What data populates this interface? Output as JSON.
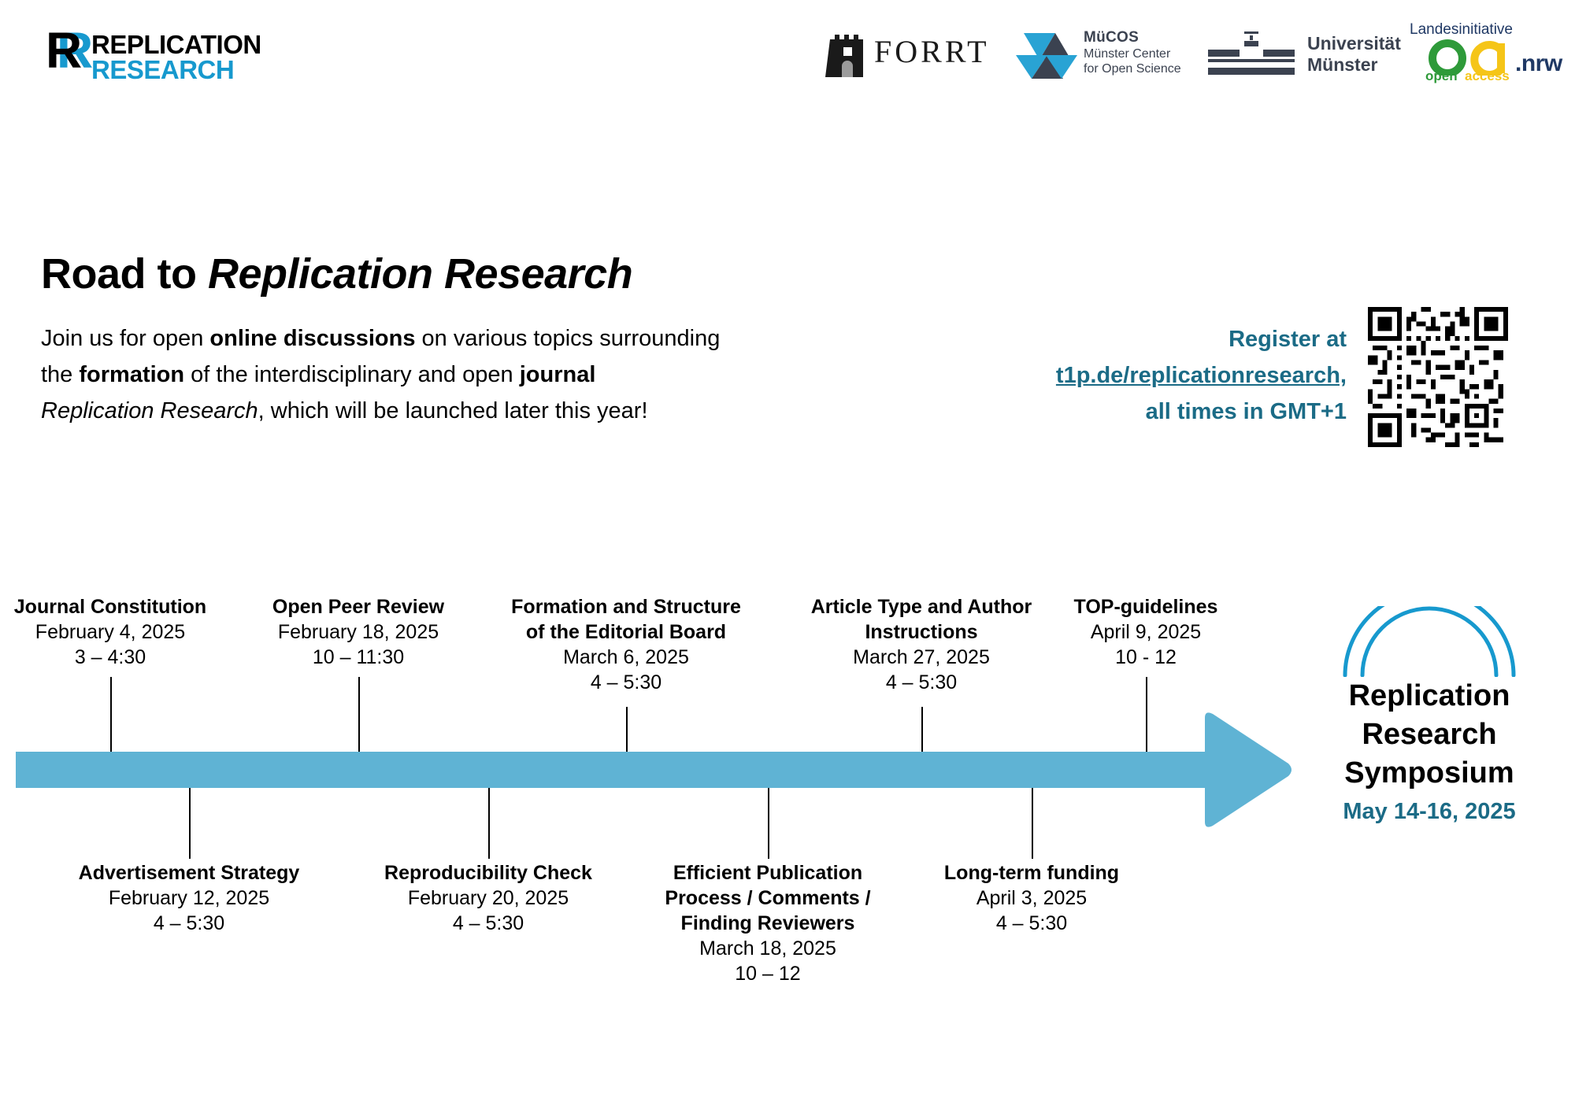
{
  "header": {
    "logos": [
      {
        "name": "replication-research",
        "mark_letter": "R",
        "line1": "REPLICATION",
        "line2": "RESEARCH",
        "color_black": "#000000",
        "color_blue": "#1799CE"
      },
      {
        "name": "forrt",
        "wordmark": "FORRT",
        "icon": "castle-tower-icon"
      },
      {
        "name": "mucos",
        "title": "MüCOS",
        "line1": "Münster Center",
        "line2": "for Open Science",
        "color_blue": "#29A3D4",
        "color_dark": "#3b4250"
      },
      {
        "name": "universitaet-muenster",
        "line1": "Universität",
        "line2": "Münster",
        "color": "#3b4250"
      },
      {
        "name": "landesinitiative-openaccess-nrw",
        "line1": "Landesinitiative",
        "mark": "oa",
        "suffix": ".nrw",
        "sub1": "open",
        "sub2": "access",
        "color_green": "#2E9A39",
        "color_yellow": "#F5C518",
        "color_navy": "#1f3864"
      }
    ]
  },
  "hero": {
    "title_plain": "Road to ",
    "title_italic": "Replication Research",
    "intro_line1_a": "Join us for open ",
    "intro_line1_b": "online discussions",
    "intro_line1_c": " on various topics surrounding",
    "intro_line2_a": "the ",
    "intro_line2_b": "formation",
    "intro_line2_c": " of the interdisciplinary and open ",
    "intro_line2_d": "journal",
    "intro_line3_a": "Replication Research",
    "intro_line3_b": ", which will be launched later this year!"
  },
  "register": {
    "line1": "Register at",
    "link": "t1p.de/replicationresearch,",
    "line3": "all times in GMT+1",
    "color": "#1B6B86",
    "qr_alt": "qr-code"
  },
  "timeline": {
    "bar_color": "#5FB3D4",
    "events_above": [
      {
        "title": "Journal Constitution",
        "title2": "",
        "date": "February 4, 2025",
        "time": "3 – 4:30"
      },
      {
        "title": "Open Peer Review",
        "title2": "",
        "date": "February 18, 2025",
        "time": "10 – 11:30"
      },
      {
        "title": "Formation and Structure",
        "title2": "of the Editorial Board",
        "date": "March 6, 2025",
        "time": "4 – 5:30"
      },
      {
        "title": "Article Type and Author",
        "title2": "Instructions",
        "date": "March 27, 2025",
        "time": "4 – 5:30"
      },
      {
        "title": "TOP-guidelines",
        "title2": "",
        "date": "April 9, 2025",
        "time": "10 - 12"
      }
    ],
    "events_below": [
      {
        "title": "Advertisement Strategy",
        "title2": "",
        "title3": "",
        "date": "February 12, 2025",
        "time": "4 – 5:30"
      },
      {
        "title": "Reproducibility Check",
        "title2": "",
        "title3": "",
        "date": "February 20, 2025",
        "time": "4 – 5:30"
      },
      {
        "title": "Efficient Publication",
        "title2": "Process / Comments /",
        "title3": "Finding Reviewers",
        "date": "March 18, 2025",
        "time": "10 – 12"
      },
      {
        "title": "Long-term funding",
        "title2": "",
        "title3": "",
        "date": "April 3, 2025",
        "time": "4 – 5:30"
      }
    ]
  },
  "symposium": {
    "line1": "Replication",
    "line2": "Research",
    "line3": "Symposium",
    "date": "May 14-16, 2025",
    "arc_color": "#1799CE",
    "date_color": "#1B6B86"
  }
}
